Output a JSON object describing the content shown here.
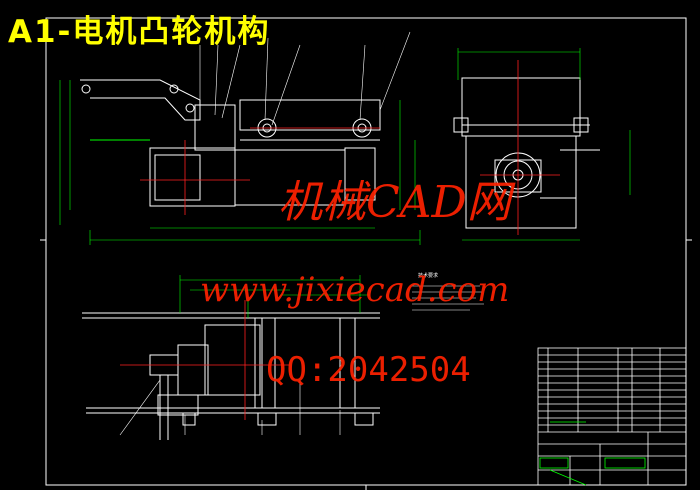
{
  "title": "A1-电机凸轮机构",
  "watermarks": {
    "line1": "机械CAD网",
    "line2": "www.jixiecad.com",
    "line3": "QQ:2042504"
  },
  "notes": {
    "heading": "技术要求"
  },
  "colors": {
    "background": "#000000",
    "lines": "#ffffff",
    "dimensions": "#00ff00",
    "centerlines": "#ff2020",
    "title": "#ffff00",
    "watermark": "#ff2200"
  }
}
